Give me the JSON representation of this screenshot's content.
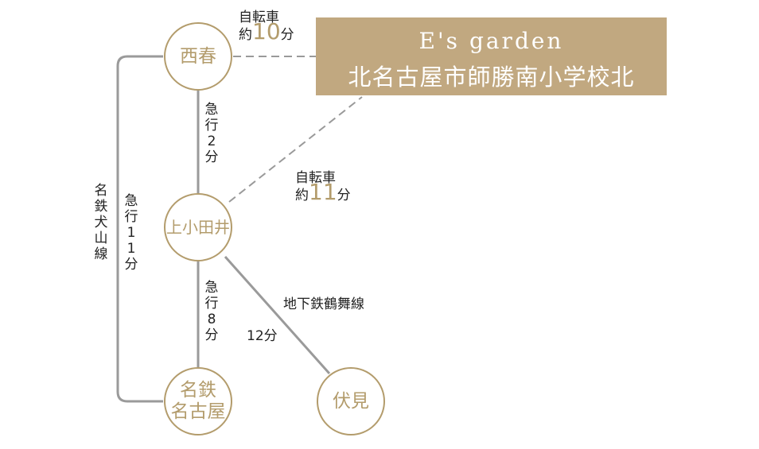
{
  "brand_color": "#b39c6c",
  "line_color": "#9a9a9a",
  "destination": {
    "name": "E's garden",
    "place": "北名古屋市師勝南小学校北"
  },
  "stations": {
    "nishiharu": "西春",
    "kamiotai": "上小田井",
    "meitetsu_nagoya": "名鉄\n名古屋",
    "fushimi": "伏見"
  },
  "routes": {
    "bike_nishiharu": {
      "mode": "自転車",
      "prefix": "約",
      "minutes": "10",
      "unit": "分"
    },
    "bike_kamiotai": {
      "mode": "自転車",
      "prefix": "約",
      "minutes": "11",
      "unit": "分"
    },
    "express_2": [
      "急",
      "行",
      "2",
      "分"
    ],
    "express_8": [
      "急",
      "行",
      "8",
      "分"
    ],
    "express_11": [
      "急",
      "行",
      "11",
      "分"
    ],
    "inuyama_line": [
      "名",
      "鉄",
      "犬",
      "山",
      "線"
    ],
    "tsurumai_line": "地下鉄鶴舞線",
    "tsurumai_time": "12分"
  }
}
